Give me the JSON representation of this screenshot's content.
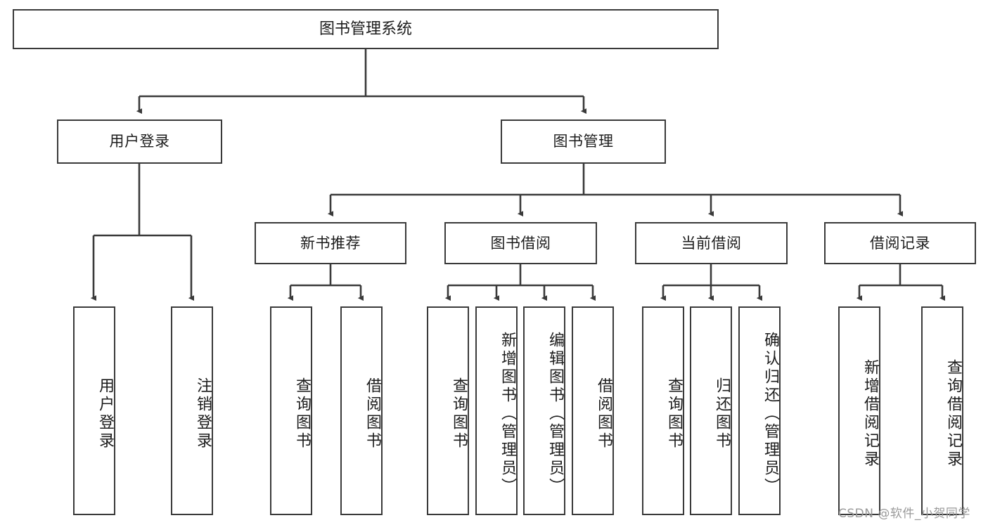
{
  "diagram": {
    "title": "图书管理系统",
    "type": "hierarchy-tree",
    "orientation": "top-down",
    "levels": 4,
    "colors": {
      "background": "#ffffff",
      "line": "#3a3a3a",
      "box_border": "#3a3a3a",
      "box_fill": "#ffffff",
      "text": "#1c1c1c",
      "watermark": "#9a9a9a"
    },
    "root": {
      "label": "图书管理系统"
    },
    "level2": [
      {
        "label": "用户登录"
      },
      {
        "label": "图书管理"
      }
    ],
    "level3": [
      {
        "label": "新书推荐"
      },
      {
        "label": "图书借阅"
      },
      {
        "label": "当前借阅"
      },
      {
        "label": "借阅记录"
      }
    ],
    "leaves_user_login": [
      {
        "label": "用户登录"
      },
      {
        "label": "注销登录"
      }
    ],
    "leaves_new_book": [
      {
        "label": "查询图书"
      },
      {
        "label": "借阅图书"
      }
    ],
    "leaves_borrow": [
      {
        "label": "查询图书"
      },
      {
        "label": "新增图书（管理员）"
      },
      {
        "label": "编辑图书（管理员）"
      },
      {
        "label": "借阅图书"
      }
    ],
    "leaves_current": [
      {
        "label": "查询图书"
      },
      {
        "label": "归还图书"
      },
      {
        "label": "确认归还（管理员）"
      }
    ],
    "leaves_records": [
      {
        "label": "新增借阅记录"
      },
      {
        "label": "查询借阅记录"
      }
    ],
    "watermark": "CSDN @软件_小贺同学"
  }
}
